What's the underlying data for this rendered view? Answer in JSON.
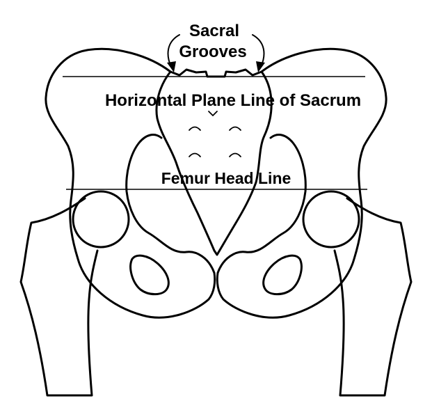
{
  "labels": {
    "sacral_grooves_line1": "Sacral",
    "sacral_grooves_line2": "Grooves",
    "horizontal_plane": "Horizontal Plane Line of Sacrum",
    "femur_head_line": "Femur Head Line"
  },
  "colors": {
    "line": "#000000",
    "background": "#ffffff"
  }
}
